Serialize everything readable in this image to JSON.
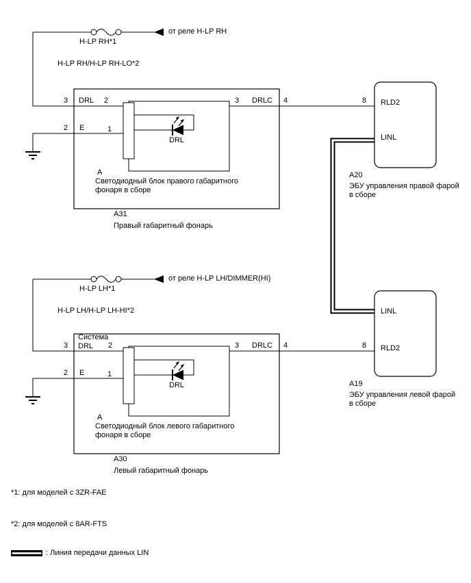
{
  "sections": {
    "right": {
      "relay_source": "от реле H-LP RH",
      "fuse_name": "H-LP RH*1",
      "wire_name": "H-LP RH/H-LP RH-LO*2",
      "lamp": {
        "pin_in_outer": "3",
        "pin_in_label": "DRL",
        "pin_in_inner": "2",
        "pin_gnd_outer": "2",
        "pin_gnd_label": "E",
        "pin_gnd_inner": "1",
        "led_label": "DRL",
        "connector_id": "A",
        "desc": "Светодиодный блок правого габаритного\nфонаря в сборе",
        "code": "A31",
        "name": "Правый габаритный фонарь",
        "pin_out_inner": "3",
        "pin_out_label": "DRLC",
        "pin_out_outer": "4"
      },
      "ecu": {
        "pin_in": "8",
        "terminal_top": "RLD2",
        "terminal_bottom": "LINL",
        "code": "A20",
        "desc": "ЭБУ управления правой фарой\nв сборе"
      }
    },
    "left": {
      "relay_source": "от реле H-LP LH/DIMMER(HI)",
      "fuse_name": "H-LP LH*1",
      "wire_name": "H-LP LH/H-LP LH-HI*2",
      "lamp": {
        "pin_in_outer": "3",
        "pin_in_label": "Система\nDRL",
        "pin_in_inner": "2",
        "pin_gnd_outer": "2",
        "pin_gnd_label": "E",
        "pin_gnd_inner": "1",
        "led_label": "DRL",
        "connector_id": "A",
        "desc": "Светодиодный блок левого габаритного\nфонаря в сборе",
        "code": "A30",
        "name": "Левый габаритный фонарь",
        "pin_out_inner": "3",
        "pin_out_label": "DRLC",
        "pin_out_outer": "4"
      },
      "ecu": {
        "pin_in": "8",
        "terminal_top": "LINL",
        "terminal_bottom": "RLD2",
        "code": "A19",
        "desc": "ЭБУ управления левой фарой\nв сборе"
      }
    }
  },
  "notes": [
    "*1: для моделей с 3ZR-FAE",
    "*2: для моделей с 8AR-FTS"
  ],
  "legend": {
    "lin_label": ": Линия передачи данных LIN"
  }
}
